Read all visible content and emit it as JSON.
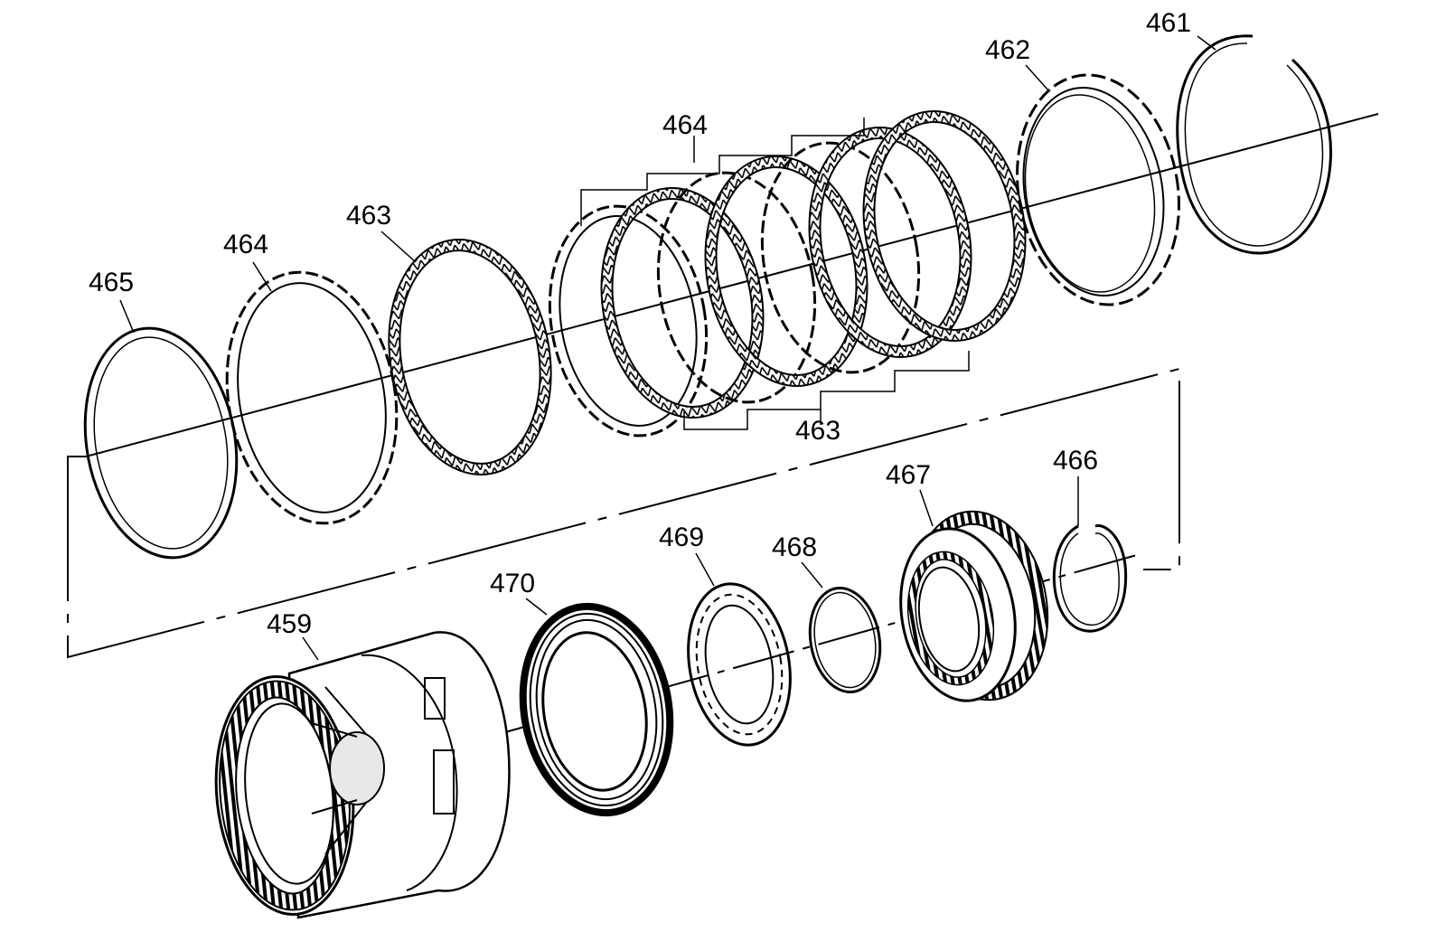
{
  "callouts": [
    {
      "id": "465",
      "text": "465"
    },
    {
      "id": "464a",
      "text": "464"
    },
    {
      "id": "463a",
      "text": "463"
    },
    {
      "id": "464b",
      "text": "464"
    },
    {
      "id": "463b",
      "text": "463"
    },
    {
      "id": "462",
      "text": "462"
    },
    {
      "id": "461",
      "text": "461"
    },
    {
      "id": "466",
      "text": "466"
    },
    {
      "id": "467",
      "text": "467"
    },
    {
      "id": "468",
      "text": "468"
    },
    {
      "id": "469",
      "text": "469"
    },
    {
      "id": "470",
      "text": "470"
    },
    {
      "id": "459",
      "text": "459"
    }
  ],
  "colors": {
    "line": "#000000",
    "background": "#ffffff",
    "fill_light": "#e8e8e8"
  }
}
